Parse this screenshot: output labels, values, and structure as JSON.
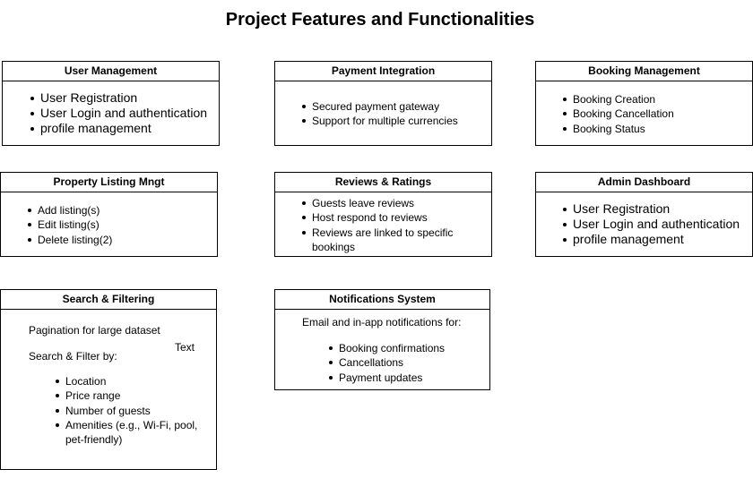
{
  "diagram": {
    "title": "Project Features and Functionalities",
    "user_management": {
      "title": "User Management",
      "items": [
        "User Registration",
        "User Login and authentication",
        "profile management"
      ]
    },
    "payment_integration": {
      "title": "Payment Integration",
      "items": [
        "Secured payment gateway",
        "Support for multiple currencies"
      ]
    },
    "booking_management": {
      "title": "Booking Management",
      "items": [
        "Booking Creation",
        "Booking Cancellation",
        "Booking Status"
      ]
    },
    "property_listing": {
      "title": "Property Listing Mngt",
      "items": [
        "Add listing(s)",
        "Edit listing(s)",
        "Delete listing(2)"
      ]
    },
    "reviews_ratings": {
      "title": "Reviews & Ratings",
      "items": [
        "Guests leave reviews",
        "Host respond to reviews",
        "Reviews are linked to specific bookings"
      ]
    },
    "admin_dashboard": {
      "title": "Admin Dashboard",
      "items": [
        "User Registration",
        "User Login and authentication",
        "profile management"
      ]
    },
    "search_filtering": {
      "title": "Search & Filtering",
      "pagination": "Pagination for large dataset",
      "search_filter_by": "Search & Filter by:",
      "text_label": "Text",
      "items": [
        "Location",
        "Price range",
        "Number of guests",
        "Amenities (e.g., Wi-Fi, pool, pet-friendly)"
      ]
    },
    "notifications": {
      "title": "Notifications System",
      "intro": "Email and in-app notifications for:",
      "items": [
        "Booking confirmations",
        "Cancellations",
        "Payment updates"
      ]
    }
  }
}
